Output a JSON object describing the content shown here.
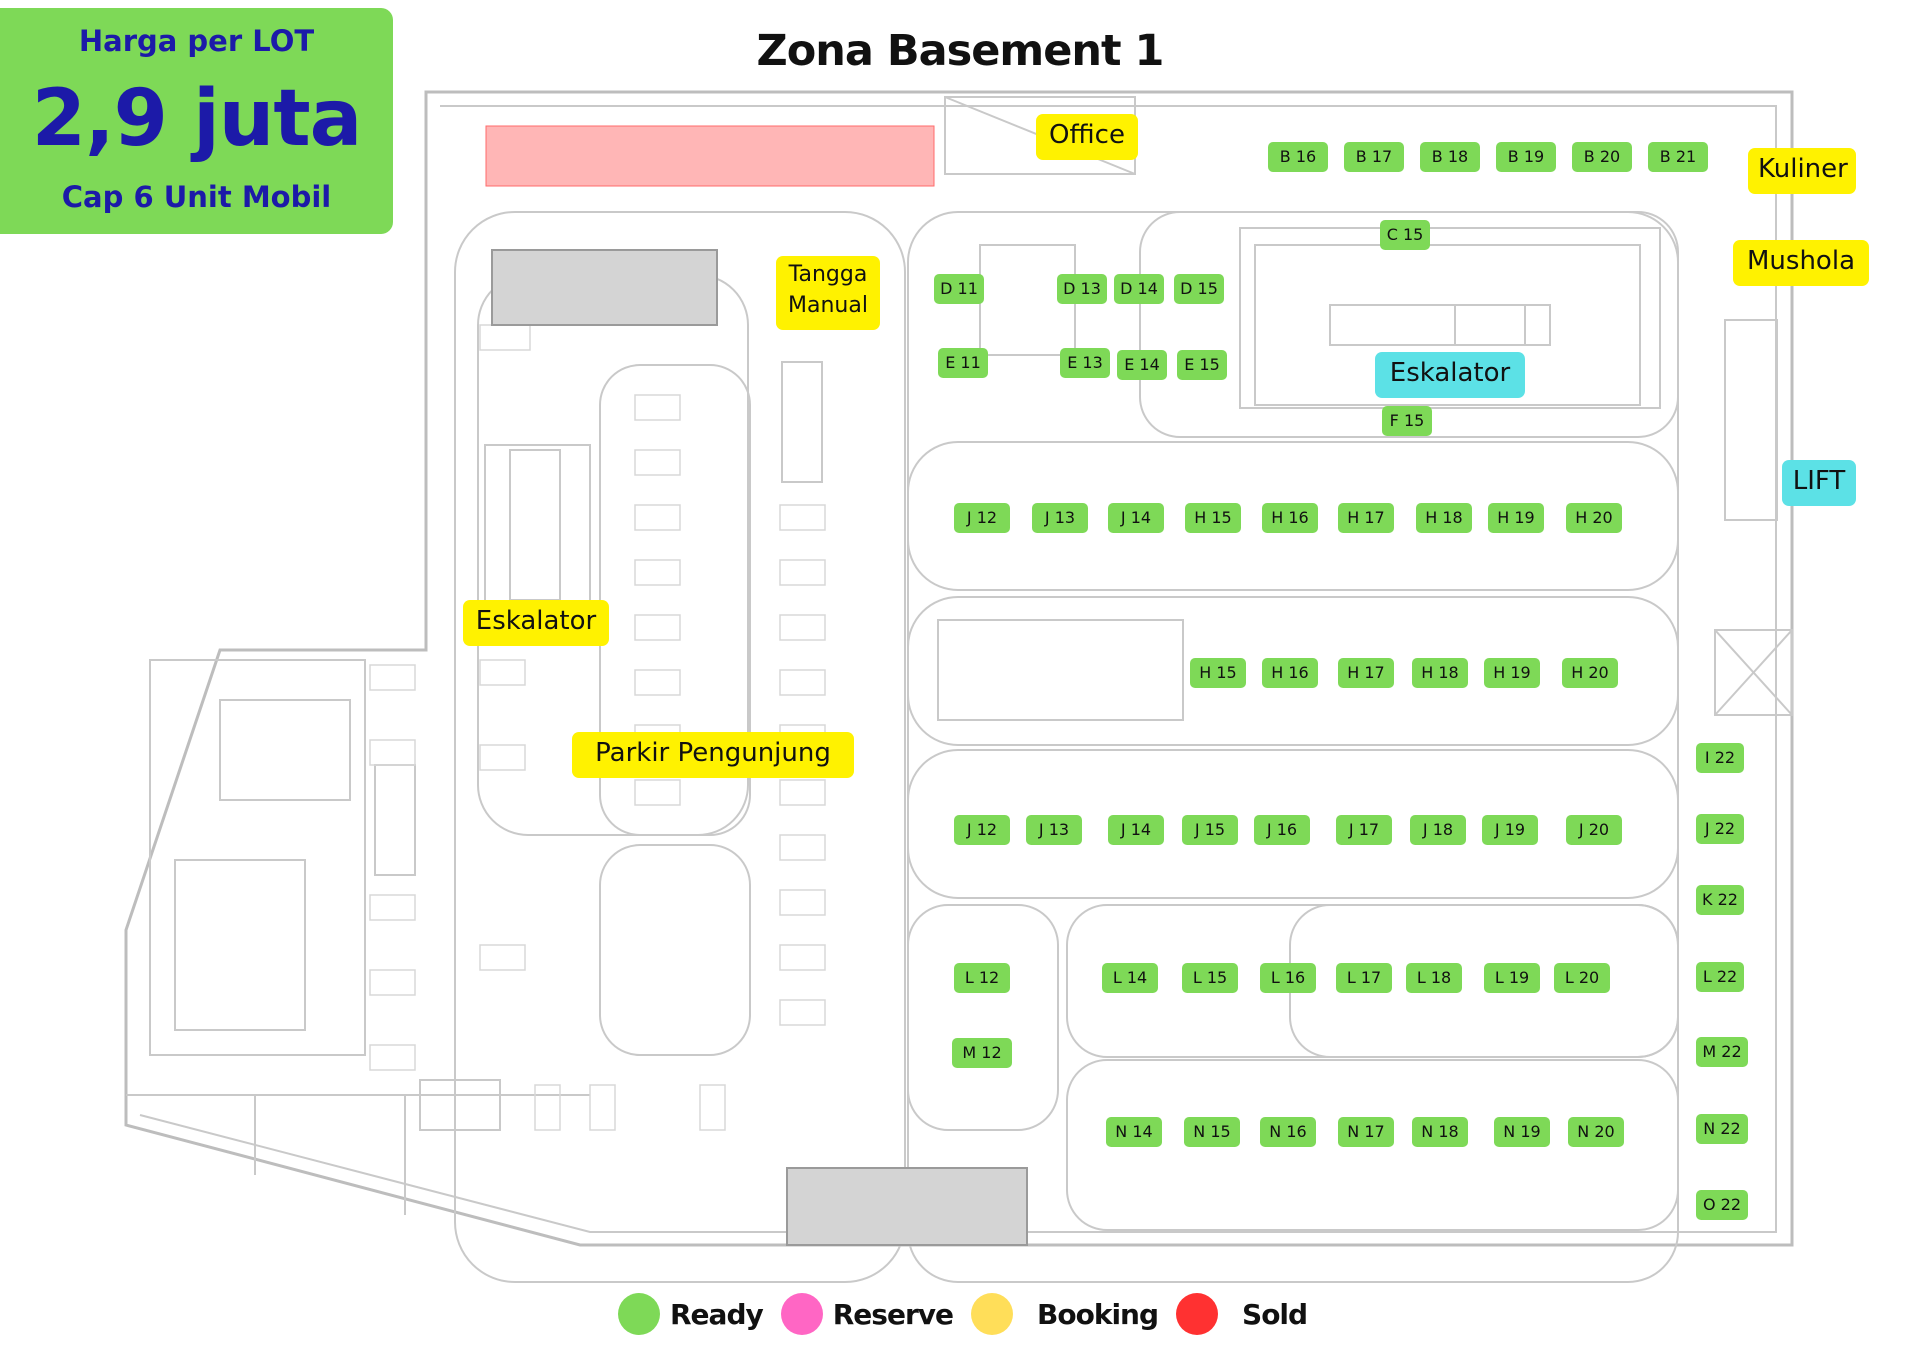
{
  "price": {
    "line1": "Harga per LOT",
    "line2": "2,9 juta",
    "line3": "Cap 6 Unit Mobil"
  },
  "title": "Zona Basement 1",
  "colors": {
    "ready": "#7ed957",
    "reserve": "#ff66c4",
    "booking": "#ffde59",
    "sold": "#ff3131",
    "yellow_label": "#fff200",
    "cyan_label": "#5ce1e6",
    "price_text": "#1c1aa8"
  },
  "labels": [
    {
      "text": "Office",
      "kind": "yellow"
    },
    {
      "text": "Kuliner",
      "kind": "yellow"
    },
    {
      "text": "Mushola",
      "kind": "yellow"
    },
    {
      "text": "Tangga\nManual",
      "kind": "yellow"
    },
    {
      "text": "Eskalator",
      "kind": "cyan"
    },
    {
      "text": "LIFT",
      "kind": "cyan"
    },
    {
      "text": "Eskalator",
      "kind": "yellow"
    },
    {
      "text": "Parkir Pengunjung",
      "kind": "yellow"
    }
  ],
  "lots": [
    {
      "id": "B 16",
      "status": "ready"
    },
    {
      "id": "B 17",
      "status": "ready"
    },
    {
      "id": "B 18",
      "status": "ready"
    },
    {
      "id": "B 19",
      "status": "ready"
    },
    {
      "id": "B 20",
      "status": "ready"
    },
    {
      "id": "B 21",
      "status": "ready"
    },
    {
      "id": "C 15",
      "status": "ready"
    },
    {
      "id": "D 11",
      "status": "ready"
    },
    {
      "id": "D 13",
      "status": "ready"
    },
    {
      "id": "D 14",
      "status": "ready"
    },
    {
      "id": "D 15",
      "status": "ready"
    },
    {
      "id": "E 11",
      "status": "ready"
    },
    {
      "id": "E 13",
      "status": "ready"
    },
    {
      "id": "E 14",
      "status": "ready"
    },
    {
      "id": "E 15",
      "status": "ready"
    },
    {
      "id": "F 15",
      "status": "ready"
    },
    {
      "id": "J 12",
      "status": "ready"
    },
    {
      "id": "J 13",
      "status": "ready"
    },
    {
      "id": "J 14",
      "status": "ready"
    },
    {
      "id": "H 15",
      "status": "ready"
    },
    {
      "id": "H 16",
      "status": "ready"
    },
    {
      "id": "H 17",
      "status": "ready"
    },
    {
      "id": "H 18",
      "status": "ready"
    },
    {
      "id": "H 19",
      "status": "ready"
    },
    {
      "id": "H 20",
      "status": "ready"
    },
    {
      "id": "H 15",
      "status": "ready"
    },
    {
      "id": "H 16",
      "status": "ready"
    },
    {
      "id": "H 17",
      "status": "ready"
    },
    {
      "id": "H 18",
      "status": "ready"
    },
    {
      "id": "H 19",
      "status": "ready"
    },
    {
      "id": "H 20",
      "status": "ready"
    },
    {
      "id": "J 12",
      "status": "ready"
    },
    {
      "id": "J 13",
      "status": "ready"
    },
    {
      "id": "J 14",
      "status": "ready"
    },
    {
      "id": "J 15",
      "status": "ready"
    },
    {
      "id": "J 16",
      "status": "ready"
    },
    {
      "id": "J 17",
      "status": "ready"
    },
    {
      "id": "J 18",
      "status": "ready"
    },
    {
      "id": "J 19",
      "status": "ready"
    },
    {
      "id": "J 20",
      "status": "ready"
    },
    {
      "id": "L 12",
      "status": "ready"
    },
    {
      "id": "M 12",
      "status": "ready"
    },
    {
      "id": "L 14",
      "status": "ready"
    },
    {
      "id": "L 15",
      "status": "ready"
    },
    {
      "id": "L 16",
      "status": "ready"
    },
    {
      "id": "L 17",
      "status": "ready"
    },
    {
      "id": "L 18",
      "status": "ready"
    },
    {
      "id": "L 19",
      "status": "ready"
    },
    {
      "id": "L 20",
      "status": "ready"
    },
    {
      "id": "N 14",
      "status": "ready"
    },
    {
      "id": "N 15",
      "status": "ready"
    },
    {
      "id": "N 16",
      "status": "ready"
    },
    {
      "id": "N 17",
      "status": "ready"
    },
    {
      "id": "N 18",
      "status": "ready"
    },
    {
      "id": "N 19",
      "status": "ready"
    },
    {
      "id": "N 20",
      "status": "ready"
    },
    {
      "id": "I 22",
      "status": "ready"
    },
    {
      "id": "J 22",
      "status": "ready"
    },
    {
      "id": "K 22",
      "status": "ready"
    },
    {
      "id": "L 22",
      "status": "ready"
    },
    {
      "id": "M 22",
      "status": "ready"
    },
    {
      "id": "N 22",
      "status": "ready"
    },
    {
      "id": "O 22",
      "status": "ready"
    }
  ],
  "legend": [
    {
      "label": "Ready",
      "status": "ready"
    },
    {
      "label": "Reserve",
      "status": "reserve"
    },
    {
      "label": "Booking",
      "status": "booking"
    },
    {
      "label": "Sold",
      "status": "sold"
    }
  ]
}
